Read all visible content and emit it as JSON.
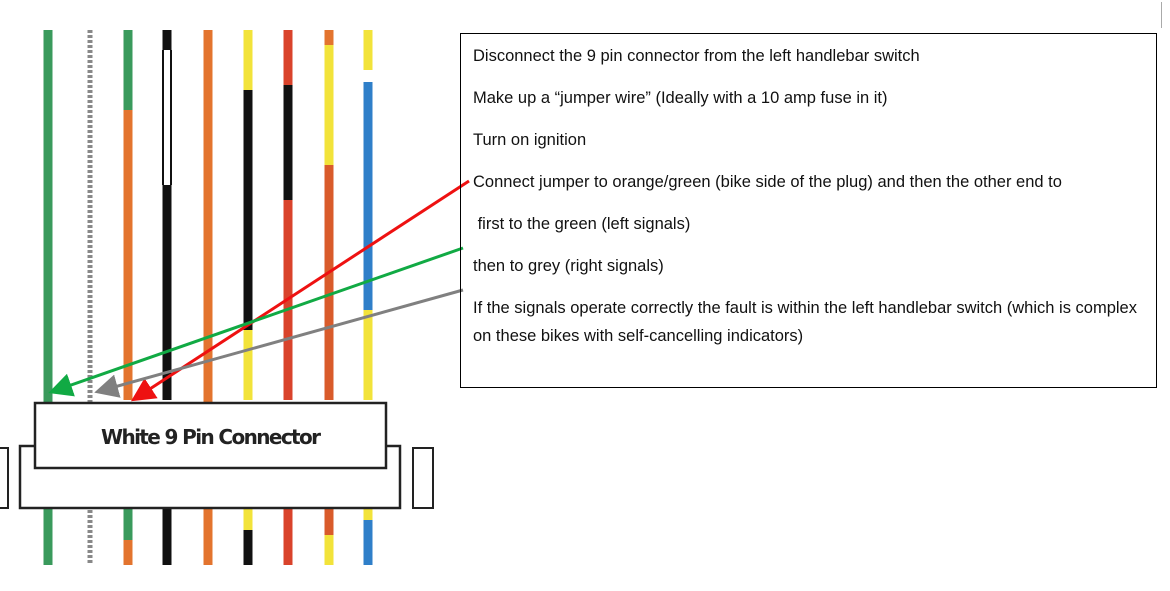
{
  "diagram": {
    "connector_label": "White 9 Pin Connector",
    "wires": [
      {
        "name": "green",
        "segments": [
          [
            "#3a9a5c",
            30,
            565
          ]
        ]
      },
      {
        "name": "grey",
        "segments": [
          [
            "#888888",
            30,
            565
          ]
        ]
      },
      {
        "name": "orange-green",
        "segments": [
          [
            "#3a9a5c",
            30,
            110
          ],
          [
            "#e3742e",
            110,
            400
          ],
          [
            "#3a9a5c",
            508,
            540
          ],
          [
            "#e3742e",
            540,
            565
          ]
        ]
      },
      {
        "name": "black-white",
        "segments": [
          [
            "#111111",
            30,
            50
          ],
          [
            "#ffffff",
            50,
            185
          ],
          [
            "#111111",
            185,
            400
          ],
          [
            "#111111",
            508,
            565
          ]
        ]
      },
      {
        "name": "orange",
        "segments": [
          [
            "#e3742e",
            30,
            565
          ]
        ]
      },
      {
        "name": "yellow-black",
        "segments": [
          [
            "#f2e33a",
            30,
            90
          ],
          [
            "#111111",
            90,
            330
          ],
          [
            "#f2e33a",
            330,
            400
          ],
          [
            "#f2e33a",
            508,
            530
          ],
          [
            "#111111",
            530,
            565
          ]
        ]
      },
      {
        "name": "red-black",
        "segments": [
          [
            "#d9432b",
            30,
            85
          ],
          [
            "#111111",
            85,
            200
          ],
          [
            "#d9432b",
            200,
            400
          ],
          [
            "#d9432b",
            508,
            565
          ]
        ]
      },
      {
        "name": "yellow-orange",
        "segments": [
          [
            "#e3742e",
            30,
            45
          ],
          [
            "#f2e33a",
            45,
            165
          ],
          [
            "#d95b2b",
            165,
            400
          ],
          [
            "#d95b2b",
            508,
            535
          ],
          [
            "#f2e33a",
            535,
            565
          ]
        ]
      },
      {
        "name": "yellow-blue",
        "segments": [
          [
            "#f2e33a",
            30,
            70
          ],
          [
            "#2f7fc9",
            82,
            310
          ],
          [
            "#f2e33a",
            310,
            400
          ],
          [
            "#f2e33a",
            508,
            520
          ],
          [
            "#2f7fc9",
            520,
            565
          ]
        ]
      }
    ],
    "arrow_colors": {
      "red": "#ee1111",
      "green": "#11aa44",
      "grey": "#808080"
    }
  },
  "instructions": [
    "Disconnect the 9 pin connector from the left handlebar switch",
    "Make up a “jumper wire” (Ideally with a 10 amp fuse in it)",
    "Turn on ignition",
    "Connect jumper to orange/green (bike side of the plug) and then the other end to",
    " first to the green (left signals)",
    "then to grey (right signals)",
    "If the signals operate correctly the fault is within the left handlebar switch (which is complex on these bikes with self-cancelling indicators)"
  ]
}
